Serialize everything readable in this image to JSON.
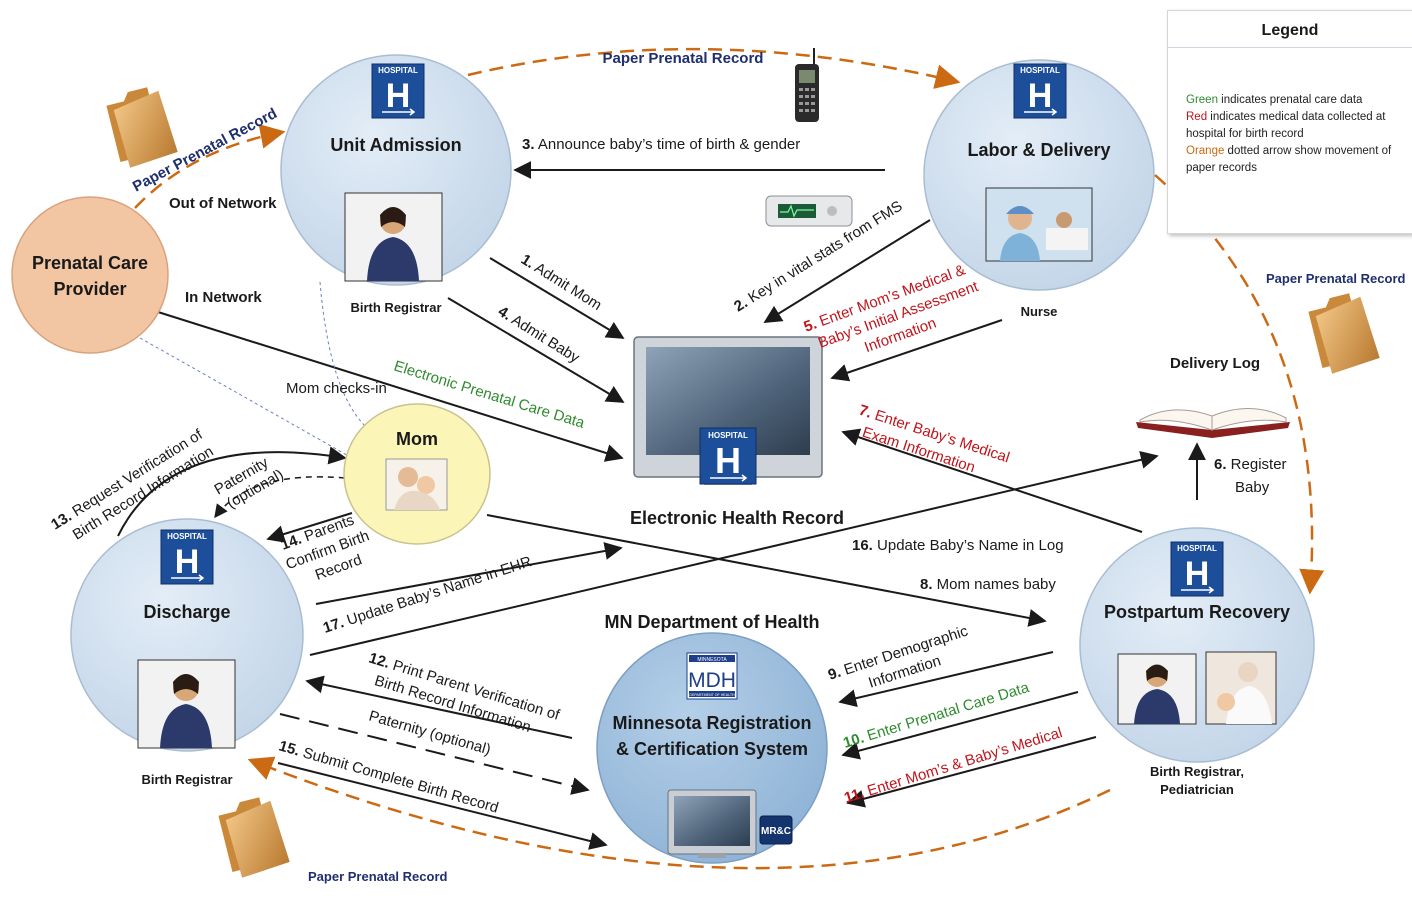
{
  "legend": {
    "title": "Legend",
    "green_word": "Green",
    "green_text": " indicates prenatal care data",
    "red_word": "Red",
    "red_text": " indicates medical data collected at hospital for birth record",
    "orange_word": "Orange",
    "orange_text": " dotted arrow show movement of paper records"
  },
  "nodes": {
    "prenatal_care_provider": [
      "Prenatal Care",
      "Provider"
    ],
    "unit_admission": "Unit Admission",
    "unit_admission_caption": "Birth Registrar",
    "labor_delivery": "Labor & Delivery",
    "labor_delivery_caption": "Nurse",
    "mom": "Mom",
    "discharge": "Discharge",
    "discharge_caption": "Birth Registrar",
    "postpartum": "Postpartum Recovery",
    "postpartum_caption": [
      "Birth Registrar,",
      "Pediatrician"
    ],
    "ehr": "Electronic Health Record",
    "mdh_header": "MN Department of Health",
    "mrc": [
      "Minnesota Registration",
      "& Certification System"
    ],
    "delivery_log": "Delivery Log",
    "hospital_sign": "HOSPITAL",
    "hospital_letter": "H",
    "mdh_logo": "MDH",
    "mdh_top": "MINNESOTA",
    "mdh_bottom": "DEPARTMENT OF HEALTH",
    "mrc_logo": "MR&C"
  },
  "labels": {
    "paper_top": "Paper Prenatal Record",
    "paper_left": "Paper Prenatal Record",
    "paper_right": "Paper Prenatal Record",
    "paper_bottom": "Paper Prenatal Record",
    "out_of_network": "Out of Network",
    "in_network": "In Network",
    "mom_checks_in": "Mom checks-in",
    "electronic_prenatal": "Electronic Prenatal Care Data",
    "s1": [
      "1.",
      " Admit Mom"
    ],
    "s2": [
      "2.",
      " Key in vital stats from FMS"
    ],
    "s3": [
      "3.",
      " Announce baby’s time of birth & gender"
    ],
    "s4": [
      "4.",
      " Admit Baby"
    ],
    "s5": [
      "5.",
      " Enter Mom’s Medical &",
      "Baby’s Initial Assessment",
      "Information"
    ],
    "s6": [
      "6.",
      " Register",
      "Baby"
    ],
    "s7": [
      "7.",
      " Enter Baby’s Medical",
      "Exam Information"
    ],
    "s8": [
      "8.",
      " Mom names baby"
    ],
    "s9": [
      "9.",
      " Enter Demographic",
      "Information"
    ],
    "s10": [
      "10.",
      " Enter Prenatal Care Data"
    ],
    "s11": [
      "11.",
      " Enter Mom’s & Baby’s Medical"
    ],
    "s12": [
      "12.",
      " Print Parent Verification of",
      "Birth Record Information"
    ],
    "s13": [
      "13.",
      " Request Verification of",
      "Birth Record Information"
    ],
    "s14": [
      "14.",
      " Parents",
      "Confirm Birth",
      "Record"
    ],
    "s15": [
      "15.",
      " Submit Complete Birth Record"
    ],
    "s16": [
      "16.",
      " Update Baby’s Name in Log"
    ],
    "s17": [
      "17.",
      " Update Baby’s Name in EHR"
    ],
    "paternity_a": [
      "Paternity",
      "(optional)"
    ],
    "paternity_b": "Paternity (optional)"
  },
  "colors": {
    "node_blue": "#c8d9ea",
    "node_border": "#a9bdd2",
    "provider_peach": "#f3c6a3",
    "mom_yellow": "#fbf5b8",
    "mrc_blue": "#9fbfdc",
    "paper_orange": "#cc6a14",
    "hospital_blue": "#1d4e9a",
    "label_red": "#c0141b",
    "label_green": "#2e8b2e",
    "label_navy": "#1f2f6e"
  },
  "icons": [
    "hospital-sign-icon",
    "folder-icon",
    "cell-phone-icon",
    "fetal-monitor-icon",
    "book-icon",
    "monitor-icon",
    "person-photo-icon"
  ]
}
